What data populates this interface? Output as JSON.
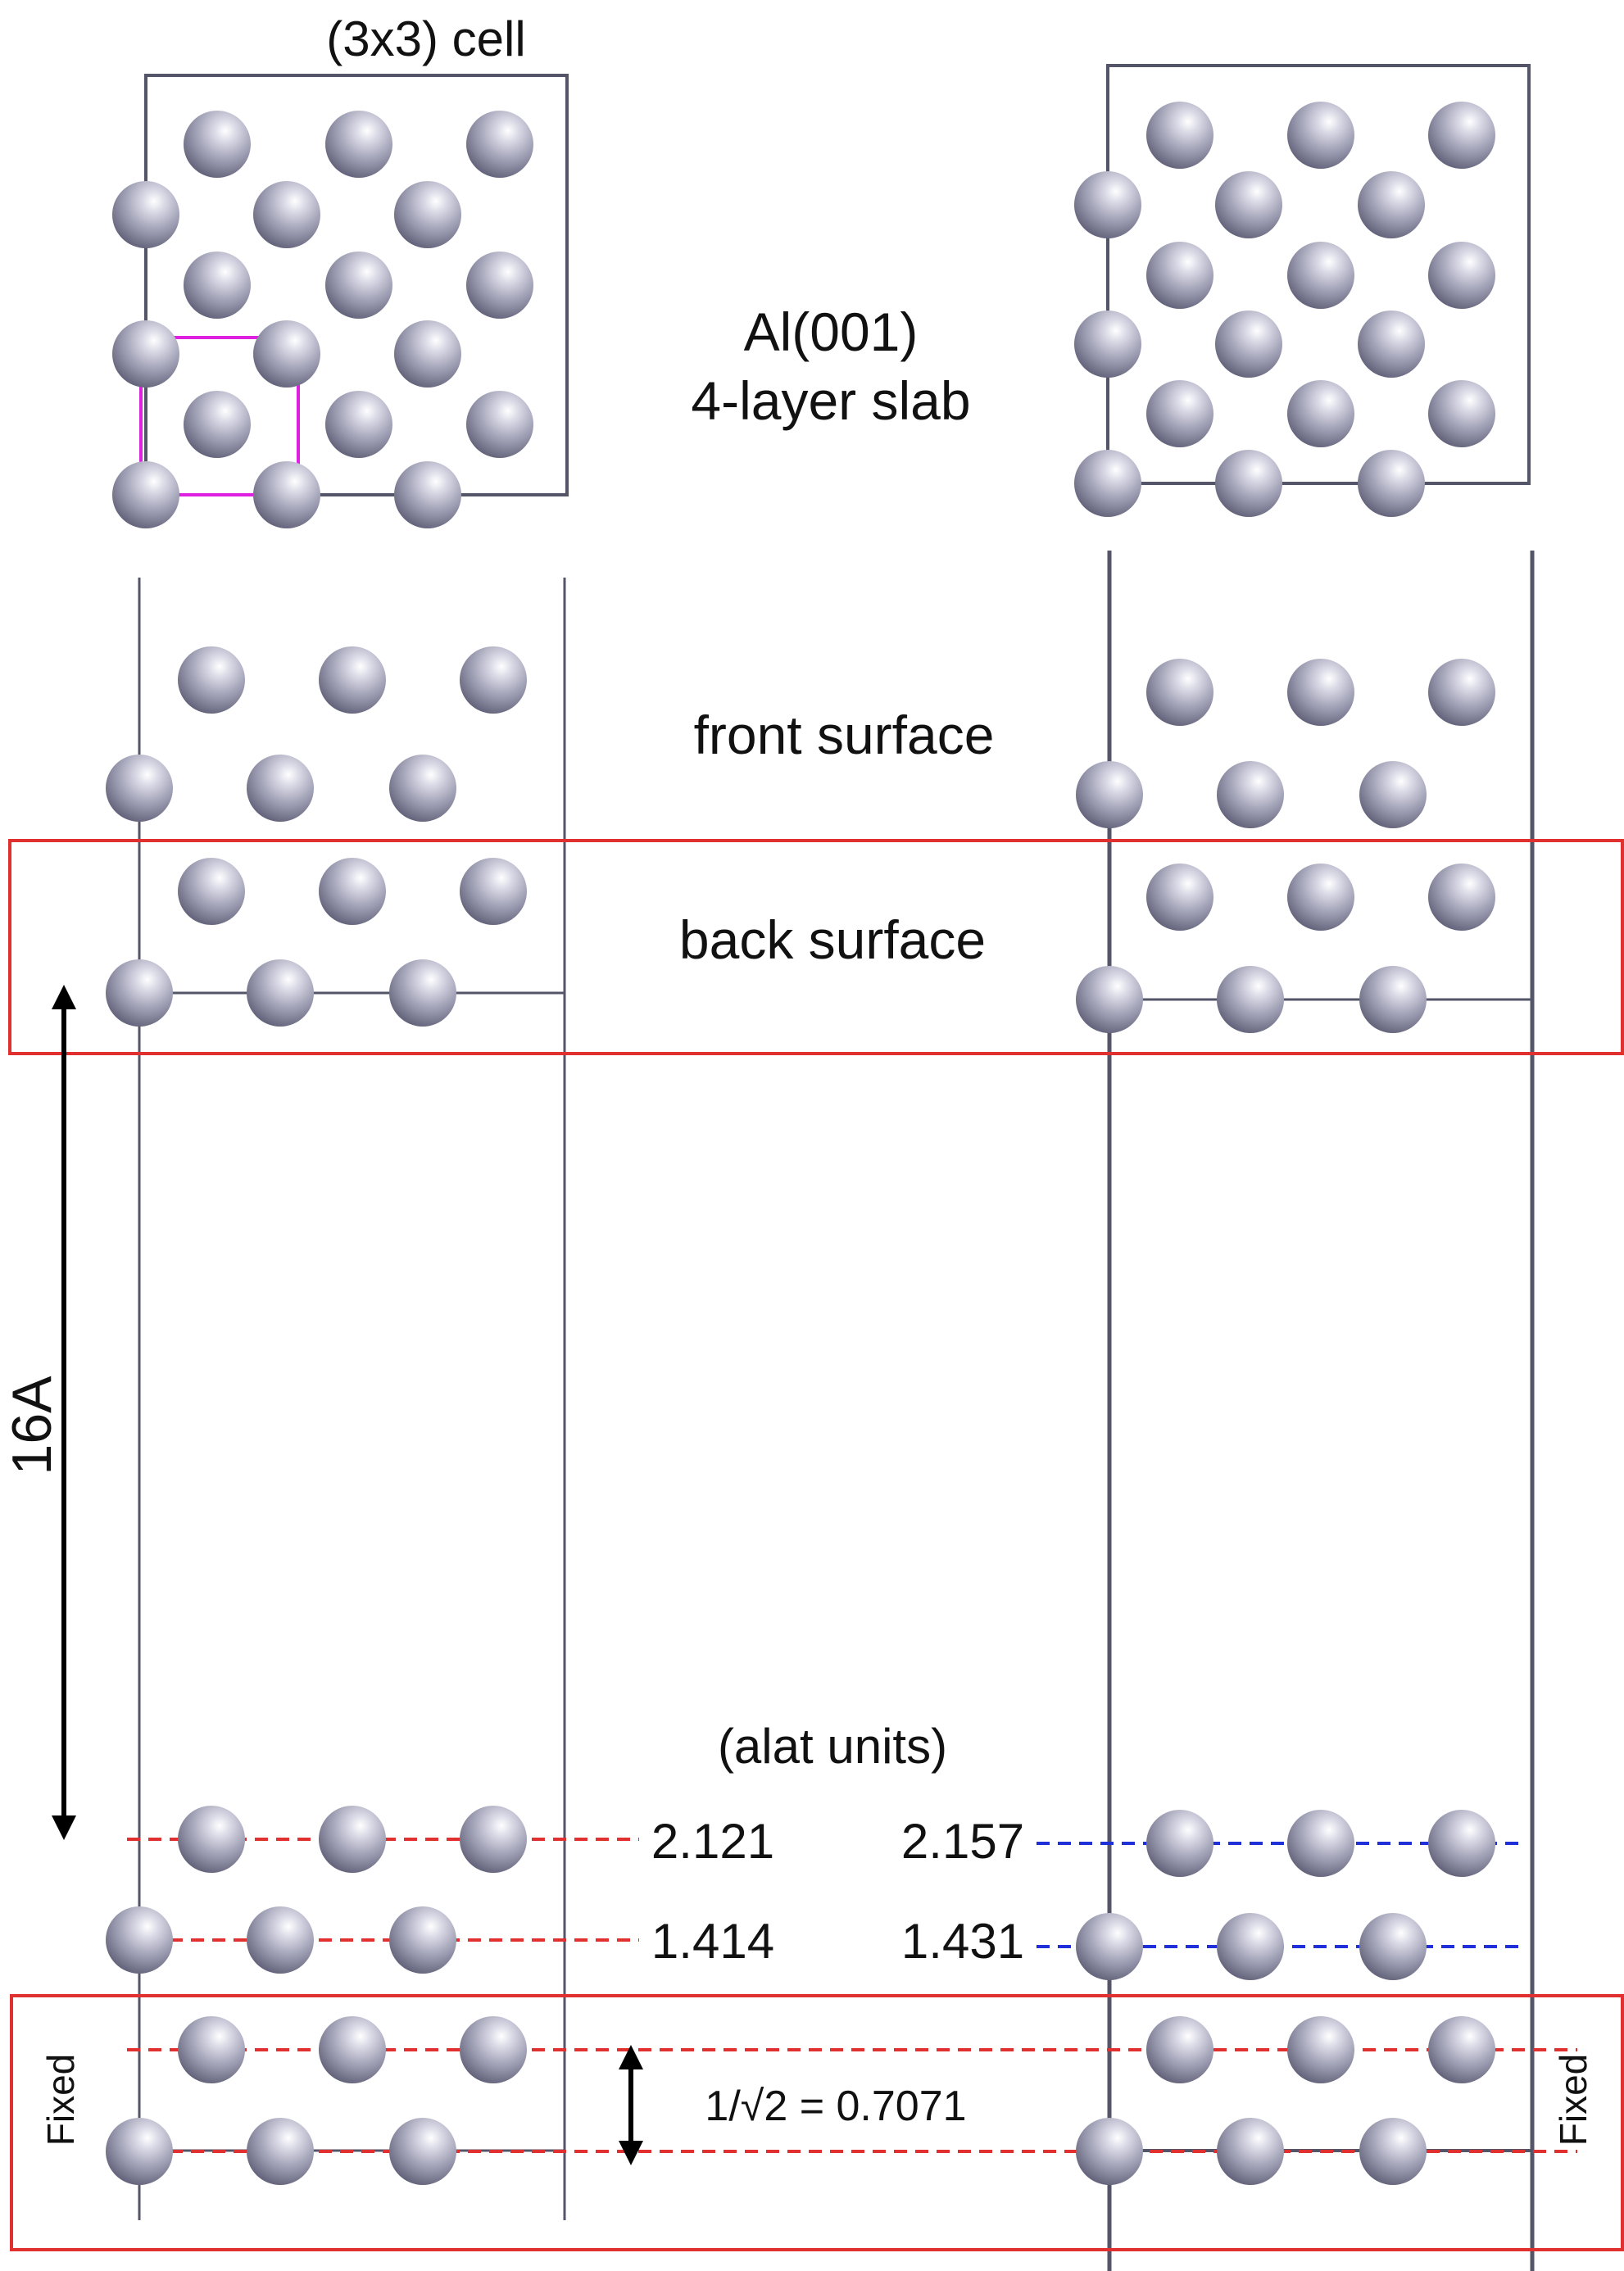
{
  "labels": {
    "cell": "(3x3) cell",
    "title_line1": "Al(001)",
    "title_line2": "4-layer slab",
    "front_surface": "front surface",
    "back_surface": "back surface",
    "vacuum": "16A",
    "units": "(alat units)",
    "fixed": "Fixed",
    "spacing": "1/√2 = 0.7071"
  },
  "layers": {
    "left": {
      "layer4": "2.121",
      "layer3": "1.414"
    },
    "right": {
      "layer4": "2.157",
      "layer3": "1.431"
    }
  },
  "colors": {
    "atom": "#9a9ab0",
    "frame": "#55556a",
    "highlight_box": "#e03030",
    "unit_cell_box": "#e020e0",
    "left_guides": "#e03030",
    "right_guides": "#2030d8"
  }
}
